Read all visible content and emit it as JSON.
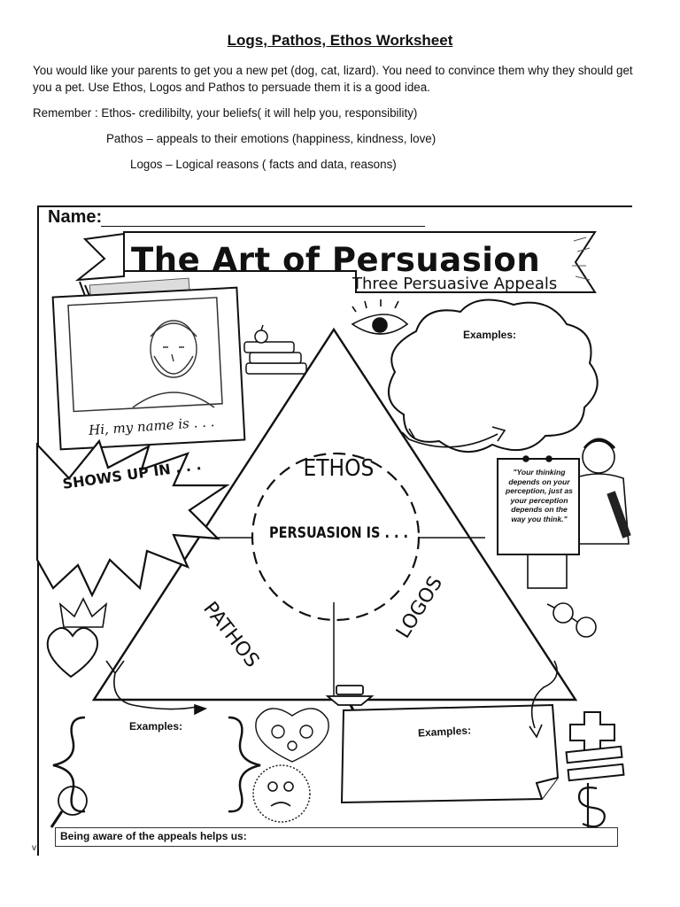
{
  "document": {
    "title": "Logs, Pathos, Ethos Worksheet",
    "intro": "You would like your parents to get you a new pet (dog, cat, lizard). You need to convince them why they should get you a pet. Use Ethos, Logos and Pathos to persuade them it is a good idea.",
    "remember_ethos": "Remember : Ethos- credilibilty, your beliefs( it will help you, responsibility)",
    "remember_pathos": "Pathos – appeals to their emotions (happiness, kindness, love)",
    "remember_logos": "Logos – Logical reasons ( facts and data, reasons)"
  },
  "worksheet": {
    "name_label": "Name:",
    "banner_title": "The Art of Persuasion",
    "banner_subtitle": "Three Persuasive Appeals",
    "polaroid_caption": "Hi, my name is . . .",
    "shows_up": "SHOWS UP IN . . .",
    "ethos": "ETHOS",
    "pathos": "PATHOS",
    "logos": "LOGOS",
    "persuasion_is": "PERSUASION IS . . .",
    "examples_cloud": "Examples:",
    "examples_left": "Examples:",
    "examples_right": "Examples:",
    "quote": "\"Your thinking depends on your perception, just as your perception depends on the way you think.\"",
    "aware": "Being aware of the appeals helps us:",
    "corner_mark": "v"
  },
  "colors": {
    "ink": "#111111",
    "paper": "#ffffff"
  }
}
